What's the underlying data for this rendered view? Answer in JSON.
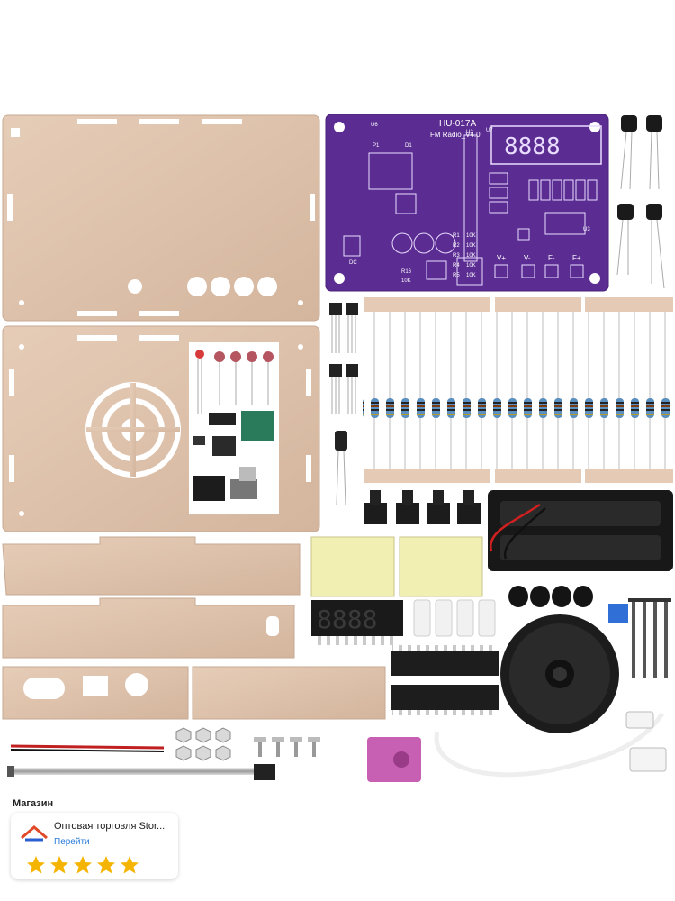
{
  "pcb": {
    "model": "HU-017A",
    "subtitle": "FM Radio_V4.0",
    "buttons": [
      "V+",
      "V-",
      "F-",
      "F+"
    ],
    "resistor_labels": [
      "R1",
      "R2",
      "R3",
      "R4",
      "R5"
    ],
    "value_labels": [
      "10K",
      "10K",
      "10K",
      "10K",
      "10K"
    ],
    "misc_labels": [
      "U6",
      "U7",
      "U2",
      "U3",
      "DC",
      "R16",
      "10K",
      "P1",
      "D1"
    ]
  },
  "store": {
    "heading": "Магазин",
    "name": "Оптовая торговля Stor...",
    "link": "Перейти",
    "rating_stars": 5
  },
  "colors": {
    "acrylic": "#dcc0aa",
    "pcb": "#5b2c92",
    "star": "#f5b400",
    "link": "#2a7bd9"
  }
}
